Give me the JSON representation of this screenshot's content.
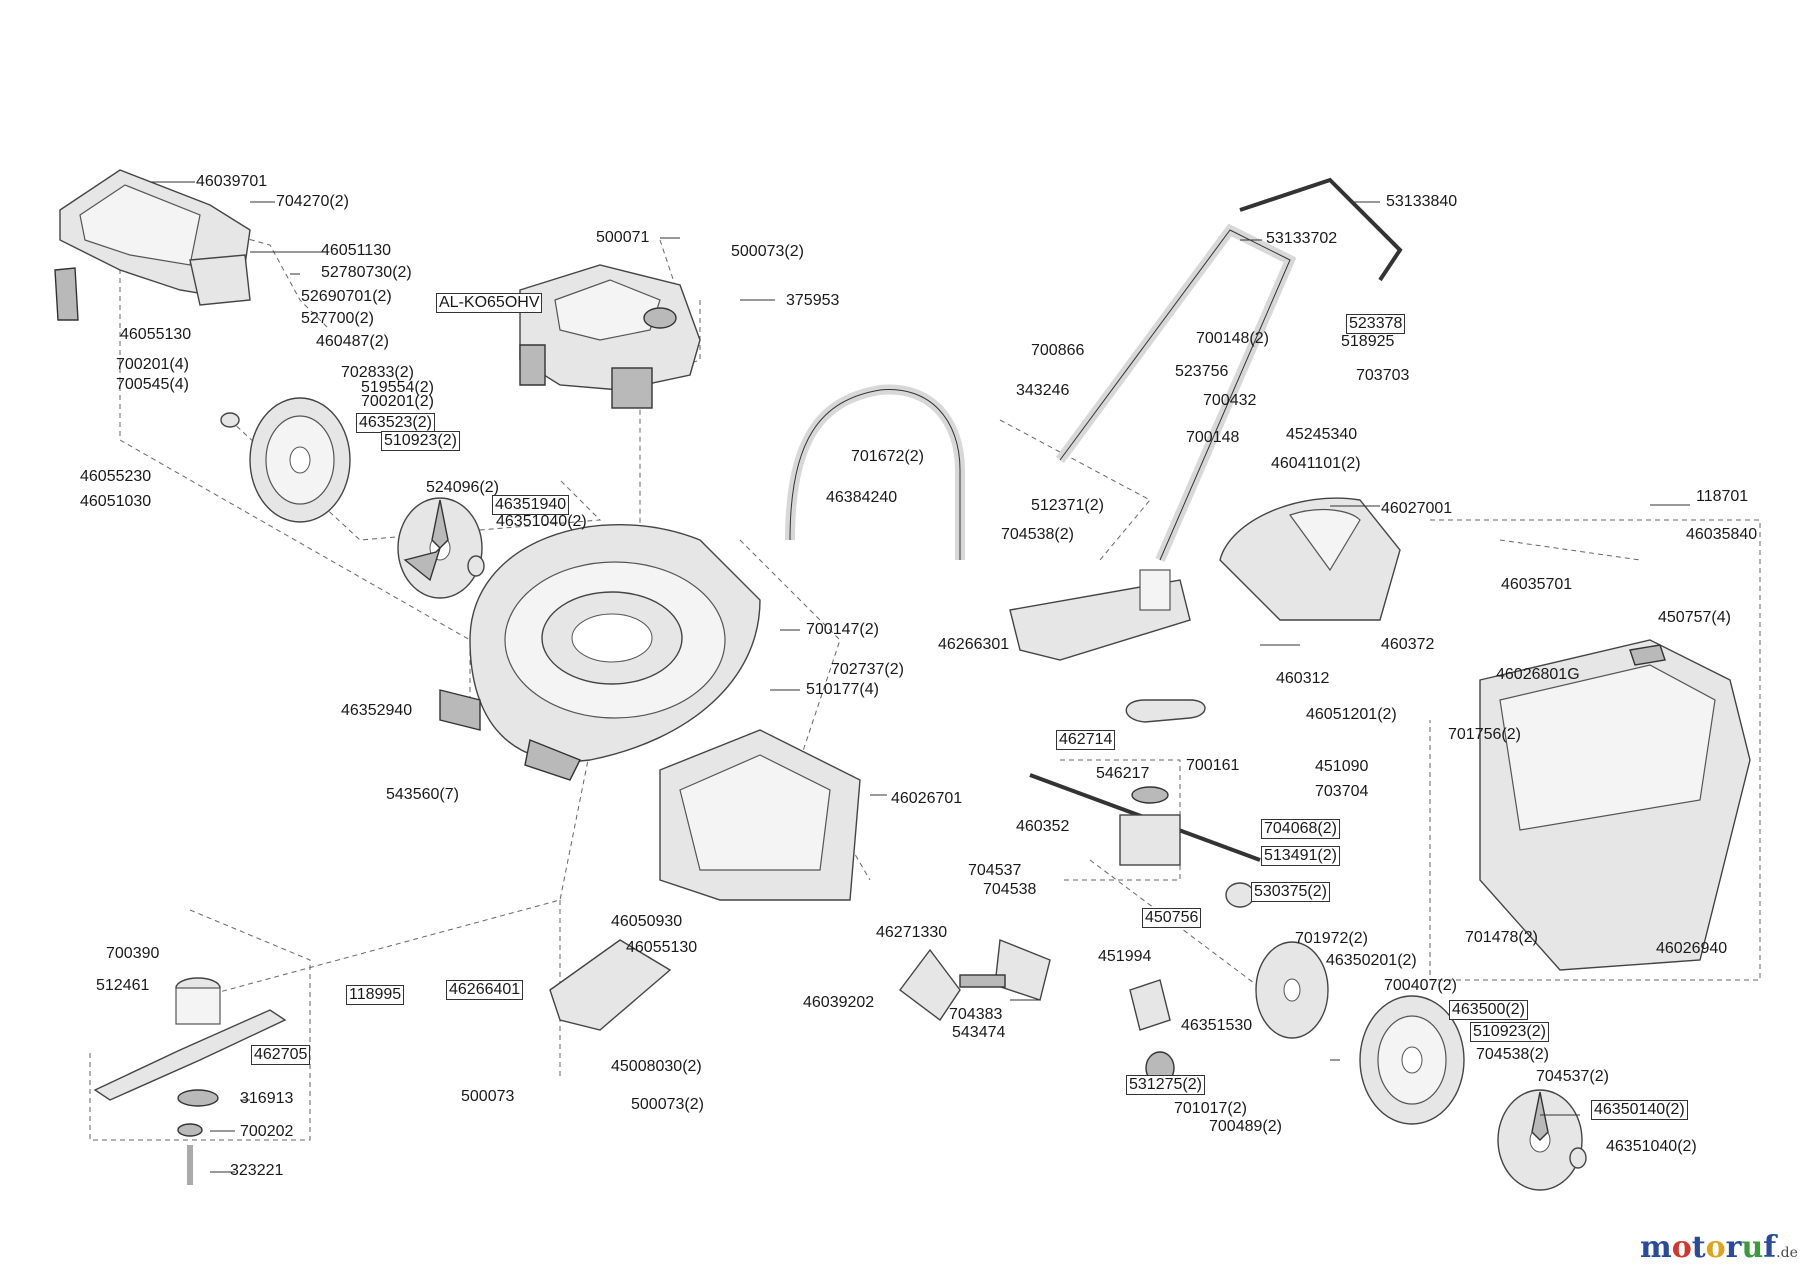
{
  "labels": [
    {
      "id": "l01",
      "text": "46039701",
      "boxed": false
    },
    {
      "id": "l02",
      "text": "704270(2)",
      "boxed": false
    },
    {
      "id": "l03",
      "text": "46051130",
      "boxed": false
    },
    {
      "id": "l04",
      "text": "52780730(2)",
      "boxed": false
    },
    {
      "id": "l05",
      "text": "52690701(2)",
      "boxed": false
    },
    {
      "id": "l06",
      "text": "527700(2)",
      "boxed": false
    },
    {
      "id": "l07",
      "text": "460487(2)",
      "boxed": false
    },
    {
      "id": "l08",
      "text": "46055130",
      "boxed": false
    },
    {
      "id": "l09",
      "text": "700201(4)",
      "boxed": false
    },
    {
      "id": "l10",
      "text": "700545(4)",
      "boxed": false
    },
    {
      "id": "l11",
      "text": "702833(2)",
      "boxed": false
    },
    {
      "id": "l12",
      "text": "519554(2)",
      "boxed": false
    },
    {
      "id": "l13",
      "text": "700201(2)",
      "boxed": false
    },
    {
      "id": "l14",
      "text": "463523(2)",
      "boxed": true
    },
    {
      "id": "l15",
      "text": "510923(2)",
      "boxed": true
    },
    {
      "id": "l16",
      "text": "46055230",
      "boxed": false
    },
    {
      "id": "l17",
      "text": "46051030",
      "boxed": false
    },
    {
      "id": "l18",
      "text": "524096(2)",
      "boxed": false
    },
    {
      "id": "l19",
      "text": "46351940",
      "boxed": true
    },
    {
      "id": "l20",
      "text": "46351040(2)",
      "boxed": false
    },
    {
      "id": "l21",
      "text": "500071",
      "boxed": false
    },
    {
      "id": "l22",
      "text": "500073(2)",
      "boxed": false
    },
    {
      "id": "l23",
      "text": "AL-KO65OHV",
      "boxed": true
    },
    {
      "id": "l24",
      "text": "375953",
      "boxed": false
    },
    {
      "id": "l25",
      "text": "53133840",
      "boxed": false
    },
    {
      "id": "l26",
      "text": "53133702",
      "boxed": false
    },
    {
      "id": "l27",
      "text": "700866",
      "boxed": false
    },
    {
      "id": "l28",
      "text": "700148(2)",
      "boxed": false
    },
    {
      "id": "l29",
      "text": "523378",
      "boxed": true
    },
    {
      "id": "l30",
      "text": "518925",
      "boxed": false
    },
    {
      "id": "l31",
      "text": "523756",
      "boxed": false
    },
    {
      "id": "l32",
      "text": "703703",
      "boxed": false
    },
    {
      "id": "l33",
      "text": "343246",
      "boxed": false
    },
    {
      "id": "l34",
      "text": "700432",
      "boxed": false
    },
    {
      "id": "l35",
      "text": "700148",
      "boxed": false
    },
    {
      "id": "l36",
      "text": "45245340",
      "boxed": false
    },
    {
      "id": "l37",
      "text": "46041101(2)",
      "boxed": false
    },
    {
      "id": "l38",
      "text": "701672(2)",
      "boxed": false
    },
    {
      "id": "l39",
      "text": "512371(2)",
      "boxed": false
    },
    {
      "id": "l40",
      "text": "704538(2)",
      "boxed": false
    },
    {
      "id": "l41",
      "text": "46384240",
      "boxed": false
    },
    {
      "id": "l42",
      "text": "46027001",
      "boxed": false
    },
    {
      "id": "l43",
      "text": "118701",
      "boxed": false
    },
    {
      "id": "l44",
      "text": "46035840",
      "boxed": false
    },
    {
      "id": "l45",
      "text": "46035701",
      "boxed": false
    },
    {
      "id": "l46",
      "text": "450757(4)",
      "boxed": false
    },
    {
      "id": "l47",
      "text": "46026801G",
      "boxed": false
    },
    {
      "id": "l48",
      "text": "46266301",
      "boxed": false
    },
    {
      "id": "l49",
      "text": "460372",
      "boxed": false
    },
    {
      "id": "l50",
      "text": "460312",
      "boxed": false
    },
    {
      "id": "l51",
      "text": "46051201(2)",
      "boxed": false
    },
    {
      "id": "l52",
      "text": "700147(2)",
      "boxed": false
    },
    {
      "id": "l53",
      "text": "702737(2)",
      "boxed": false
    },
    {
      "id": "l54",
      "text": "510177(4)",
      "boxed": false
    },
    {
      "id": "l55",
      "text": "46352940",
      "boxed": false
    },
    {
      "id": "l56",
      "text": "462714",
      "boxed": true
    },
    {
      "id": "l57",
      "text": "546217",
      "boxed": false
    },
    {
      "id": "l58",
      "text": "700161",
      "boxed": false
    },
    {
      "id": "l59",
      "text": "451090",
      "boxed": false
    },
    {
      "id": "l60",
      "text": "703704",
      "boxed": false
    },
    {
      "id": "l61",
      "text": "701756(2)",
      "boxed": false
    },
    {
      "id": "l62",
      "text": "543560(7)",
      "boxed": false
    },
    {
      "id": "l63",
      "text": "46026701",
      "boxed": false
    },
    {
      "id": "l64",
      "text": "460352",
      "boxed": false
    },
    {
      "id": "l65",
      "text": "704068(2)",
      "boxed": true
    },
    {
      "id": "l66",
      "text": "513491(2)",
      "boxed": true
    },
    {
      "id": "l67",
      "text": "704537",
      "boxed": false
    },
    {
      "id": "l68",
      "text": "704538",
      "boxed": false
    },
    {
      "id": "l69",
      "text": "530375(2)",
      "boxed": true
    },
    {
      "id": "l70",
      "text": "450756",
      "boxed": true
    },
    {
      "id": "l71",
      "text": "46050930",
      "boxed": false
    },
    {
      "id": "l72",
      "text": "46055130",
      "boxed": false
    },
    {
      "id": "l73",
      "text": "46271330",
      "boxed": false
    },
    {
      "id": "l74",
      "text": "451994",
      "boxed": false
    },
    {
      "id": "l75",
      "text": "701972(2)",
      "boxed": false
    },
    {
      "id": "l76",
      "text": "46350201(2)",
      "boxed": false
    },
    {
      "id": "l77",
      "text": "701478(2)",
      "boxed": false
    },
    {
      "id": "l78",
      "text": "46026940",
      "boxed": false
    },
    {
      "id": "l79",
      "text": "700390",
      "boxed": false
    },
    {
      "id": "l80",
      "text": "512461",
      "boxed": false
    },
    {
      "id": "l81",
      "text": "118995",
      "boxed": true
    },
    {
      "id": "l82",
      "text": "46266401",
      "boxed": true
    },
    {
      "id": "l83",
      "text": "46039202",
      "boxed": false
    },
    {
      "id": "l84",
      "text": "704383",
      "boxed": false
    },
    {
      "id": "l85",
      "text": "543474",
      "boxed": false
    },
    {
      "id": "l86",
      "text": "46351530",
      "boxed": false
    },
    {
      "id": "l87",
      "text": "700407(2)",
      "boxed": false
    },
    {
      "id": "l88",
      "text": "463500(2)",
      "boxed": true
    },
    {
      "id": "l89",
      "text": "510923(2)",
      "boxed": true
    },
    {
      "id": "l90",
      "text": "462705",
      "boxed": true
    },
    {
      "id": "l91",
      "text": "45008030(2)",
      "boxed": false
    },
    {
      "id": "l92",
      "text": "531275(2)",
      "boxed": true
    },
    {
      "id": "l93",
      "text": "704538(2)",
      "boxed": false
    },
    {
      "id": "l94",
      "text": "704537(2)",
      "boxed": false
    },
    {
      "id": "l95",
      "text": "316913",
      "boxed": false
    },
    {
      "id": "l96",
      "text": "500073",
      "boxed": false
    },
    {
      "id": "l97",
      "text": "500073(2)",
      "boxed": false
    },
    {
      "id": "l98",
      "text": "701017(2)",
      "boxed": false
    },
    {
      "id": "l99",
      "text": "46350140(2)",
      "boxed": true
    },
    {
      "id": "l100",
      "text": "700489(2)",
      "boxed": false
    },
    {
      "id": "l101",
      "text": "700202",
      "boxed": false
    },
    {
      "id": "l102",
      "text": "46351040(2)",
      "boxed": false
    },
    {
      "id": "l103",
      "text": "323221",
      "boxed": false
    }
  ],
  "watermark": {
    "letters": [
      "m",
      "o",
      "t",
      "o",
      "r",
      "u",
      "f"
    ],
    "letter_colors": [
      "#2a4b9b",
      "#d4342b",
      "#2a4b9b",
      "#e0a419",
      "#2a4b9b",
      "#3a9b3a",
      "#2a4b9b"
    ],
    "tld": ".de"
  }
}
